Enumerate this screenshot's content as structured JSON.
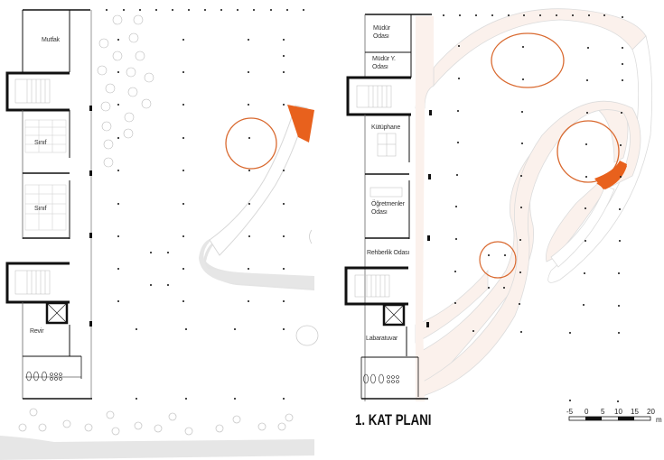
{
  "plan_title": "1. KAT PLANI",
  "colors": {
    "accent_orange": "#e8611d",
    "path_fill": "#fbf1ec",
    "path_stroke": "#dcdcdc",
    "ground_gray": "#e6e6e6",
    "wall": "#111111"
  },
  "left_plan": {
    "rooms": [
      {
        "label": "Mutfak"
      },
      {
        "label": "Sınıf"
      },
      {
        "label": "Sınıf"
      },
      {
        "label": "Revir"
      }
    ]
  },
  "right_plan": {
    "rooms": [
      {
        "label": "Müdür\nOdası",
        "line1": "Müdür",
        "line2": "Odası"
      },
      {
        "label": "Müdür Y. Odası",
        "line1": "Müdür Y.",
        "line2": "Odası"
      },
      {
        "label": "Kütüphane"
      },
      {
        "label": "Öğretmenler Odası",
        "line1": "Öğretmenler",
        "line2": "Odası"
      },
      {
        "label": "Rehberlik Odası"
      },
      {
        "label": "Labaratuvar"
      }
    ]
  },
  "scale_bar": {
    "ticks": [
      "-5",
      "0",
      "5",
      "10",
      "15",
      "20"
    ],
    "unit": "m"
  }
}
